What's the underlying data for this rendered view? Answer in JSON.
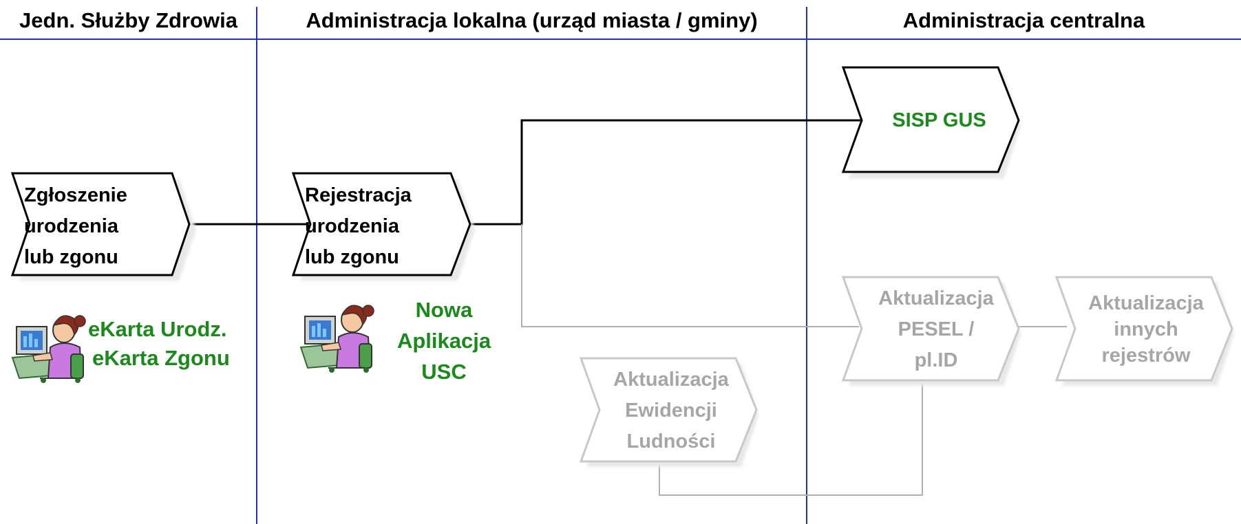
{
  "lanes": [
    {
      "title": "Jedn. Służby Zdrowia"
    },
    {
      "title": "Administracja lokalna (urząd miasta / gminy)"
    },
    {
      "title": "Administracja centralna"
    }
  ],
  "process": {
    "zgloszenie": {
      "lines": [
        "Zgłoszenie",
        "urodzenia",
        "lub zgonu"
      ]
    },
    "rejestracja": {
      "lines": [
        "Rejestracja",
        "urodzenia",
        "lub zgonu"
      ]
    },
    "sisp": {
      "lines": [
        "SISP GUS"
      ]
    },
    "pesel": {
      "lines": [
        "Aktualizacja",
        "PESEL /",
        "pl.ID"
      ]
    },
    "innych": {
      "lines": [
        "Aktualizacja",
        "innych",
        "rejestrów"
      ]
    },
    "ewidencja": {
      "lines": [
        "Aktualizacja",
        "Ewidencji",
        "Ludności"
      ]
    }
  },
  "captions": {
    "health": {
      "lines": [
        "eKarta Urodz.",
        "eKarta Zgonu"
      ]
    },
    "local": {
      "lines": [
        "Nowa",
        "Aplikacja",
        "USC"
      ]
    }
  },
  "colors": {
    "lane_line": "#1f2fc0",
    "green_text": "#1a8a1a",
    "gray": "#a6a6a6",
    "black": "#000000"
  },
  "icons": {
    "person": "person-at-computer-icon"
  }
}
